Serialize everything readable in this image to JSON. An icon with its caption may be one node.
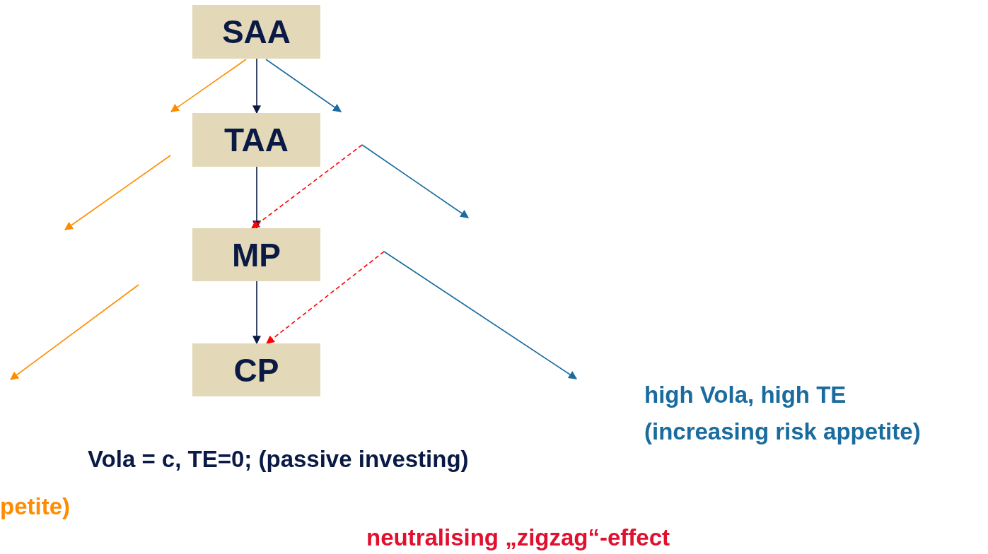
{
  "diagram": {
    "nodes": [
      {
        "text": [
          "SAA"
        ]
      },
      {
        "text": [
          "TAA"
        ]
      },
      {
        "text": [
          "MP"
        ]
      },
      {
        "text": [
          "CP"
        ]
      }
    ],
    "edges": [
      {
        "from": 0,
        "to": 1,
        "arrow": "to"
      },
      {
        "from": 1,
        "to": 2,
        "arrow": "to"
      },
      {
        "from": 2,
        "to": 3,
        "arrow": "to"
      },
      {
        "from": null,
        "to": 2,
        "arrow": "to",
        "style": "dashed",
        "color": "#ff0000"
      },
      {
        "from": null,
        "to": 3,
        "arrow": "to",
        "style": "dashed",
        "color": "#ff0000"
      }
    ],
    "labels": [
      "high Vola, high TE",
      "(increasing risk appetite)",
      "Vola = c, TE=0; (passive investing)",
      "petite)",
      "neutralising „zigzag“-effect"
    ]
  }
}
